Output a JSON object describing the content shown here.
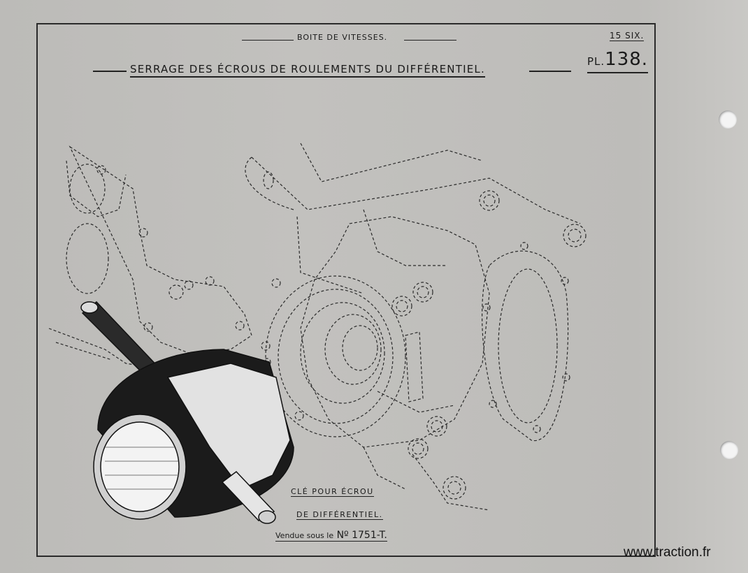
{
  "header": {
    "series": "BOITE DE VITESSES.",
    "title": "SERRAGE DES ÉCROUS DE ROULEMENTS DU DIFFÉRENTIEL.",
    "code": "15 SIX.",
    "plate_prefix": "PL.",
    "plate_number": "138."
  },
  "caption": {
    "line1": "CLÉ POUR ÉCROU",
    "line2": "DE DIFFÉRENTIEL.",
    "line3_prefix": "Vendue sous le",
    "line3_ref": "Nº 1751-T."
  },
  "watermark": "www.traction.fr",
  "colors": {
    "paper": "#bdbcb9",
    "ink": "#1a1a1a",
    "hole": "#f4f4f4"
  }
}
